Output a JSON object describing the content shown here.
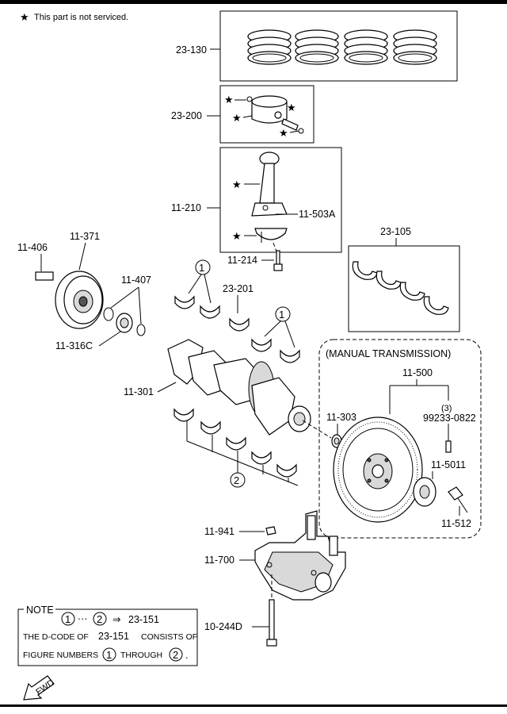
{
  "legend": {
    "star_symbol": "★",
    "text": "This part is not serviced."
  },
  "manual_transmission_label": "(MANUAL TRANSMISSION)",
  "fwd_label": "FWD",
  "parts": {
    "piston_rings": "23-130",
    "piston_assembly": "23-200",
    "connecting_rod": "11-210",
    "rod_nut": "11-503A",
    "rod_bolt": "11-214",
    "crank_bearing_set": "23-105",
    "pulley_bolt": "11-406",
    "crank_pulley": "11-371",
    "seal_kit": "11-407",
    "sprocket": "11-316C",
    "thrust_bearing": "23-201",
    "crankshaft": "11-301",
    "pilot_bearing": "11-303",
    "flywheel": "11-500",
    "flywheel_bolt": "99233-0822",
    "flywheel_bolt_qty": "(3)",
    "reinforcement_plate": "11-5011",
    "flywheel_plate_bolt": "11-512",
    "oil_pump_seal": "11-941",
    "oil_pump_assembly": "11-700",
    "oil_pump_bolt": "10-244D"
  },
  "callouts": {
    "one": "1",
    "two": "2"
  },
  "note": {
    "title": "NOTE",
    "arrow": "⇒",
    "code": "23-151",
    "ellipsis": "···",
    "line2_a": "THE D-CODE OF",
    "line2_b": "CONSISTS OF",
    "line3_a": "FIGURE NUMBERS",
    "line3_b": "THROUGH",
    "period": "."
  }
}
